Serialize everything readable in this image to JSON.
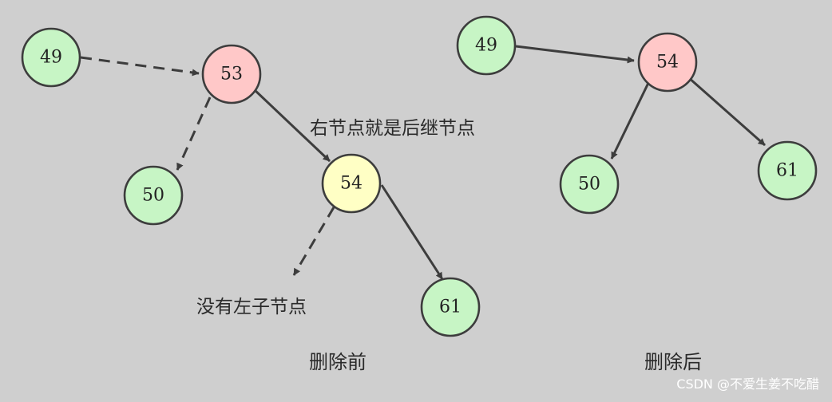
{
  "colors": {
    "background": "#cfcfcf",
    "node_leaf": "#c7f5c5",
    "node_deleted": "#ffc8c8",
    "node_successor": "#ffffc5",
    "stroke": "#3d3d3d"
  },
  "before": {
    "caption": "删除前",
    "nodes": [
      {
        "id": "b49",
        "label": "49",
        "role": "leaf"
      },
      {
        "id": "b53",
        "label": "53",
        "role": "deleted"
      },
      {
        "id": "b50",
        "label": "50",
        "role": "leaf"
      },
      {
        "id": "b54",
        "label": "54",
        "role": "successor"
      },
      {
        "id": "b61",
        "label": "61",
        "role": "leaf"
      }
    ],
    "edges": [
      {
        "from": "49",
        "to": "53",
        "style": "dashed"
      },
      {
        "from": "53",
        "to": "50",
        "style": "dashed"
      },
      {
        "from": "53",
        "to": "54",
        "style": "solid"
      },
      {
        "from": "54",
        "to": "left-child",
        "style": "dashed"
      },
      {
        "from": "54",
        "to": "61",
        "style": "solid"
      }
    ],
    "annotations": {
      "right_node_is_successor": "右节点就是后继节点",
      "no_left_child": "没有左子节点"
    }
  },
  "after": {
    "caption": "删除后",
    "nodes": [
      {
        "id": "a49",
        "label": "49",
        "role": "leaf"
      },
      {
        "id": "a54",
        "label": "54",
        "role": "deleted"
      },
      {
        "id": "a50",
        "label": "50",
        "role": "leaf"
      },
      {
        "id": "a61",
        "label": "61",
        "role": "leaf"
      }
    ],
    "edges": [
      {
        "from": "49",
        "to": "54",
        "style": "solid"
      },
      {
        "from": "54",
        "to": "50",
        "style": "solid"
      },
      {
        "from": "54",
        "to": "61",
        "style": "solid"
      }
    ]
  },
  "watermark": "CSDN @不爱生姜不吃醋"
}
